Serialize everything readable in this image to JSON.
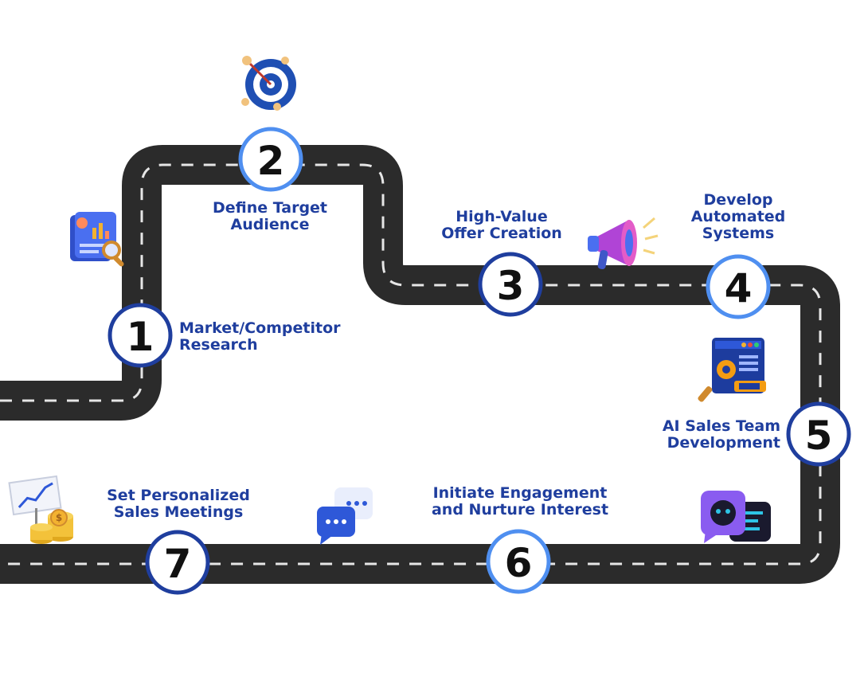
{
  "steps": [
    {
      "number": "1",
      "label": "Market/Competitor\nResearch",
      "icon": "analytics-report-icon"
    },
    {
      "number": "2",
      "label": "Define Target\nAudience",
      "icon": "target-icon"
    },
    {
      "number": "3",
      "label": "High-Value\nOffer Creation",
      "icon": "megaphone-icon"
    },
    {
      "number": "4",
      "label": "Develop\nAutomated\nSystems",
      "icon": "process-automation-icon"
    },
    {
      "number": "5",
      "label": "AI Sales Team\nDevelopment",
      "icon": "ai-chatbot-icon"
    },
    {
      "number": "6",
      "label": "Initiate Engagement\nand Nurture Interest",
      "icon": "chat-bubbles-icon"
    },
    {
      "number": "7",
      "label": "Set Personalized\nSales Meetings",
      "icon": "coins-growth-icon"
    }
  ],
  "colors": {
    "road": "#2b2b2b",
    "dash": "#e6e6e6",
    "circle_fill": "#ffffff",
    "circle_ring_dark": "#1f3e9e",
    "circle_ring_light": "#4f8ff0",
    "label": "#1f3e9e"
  }
}
